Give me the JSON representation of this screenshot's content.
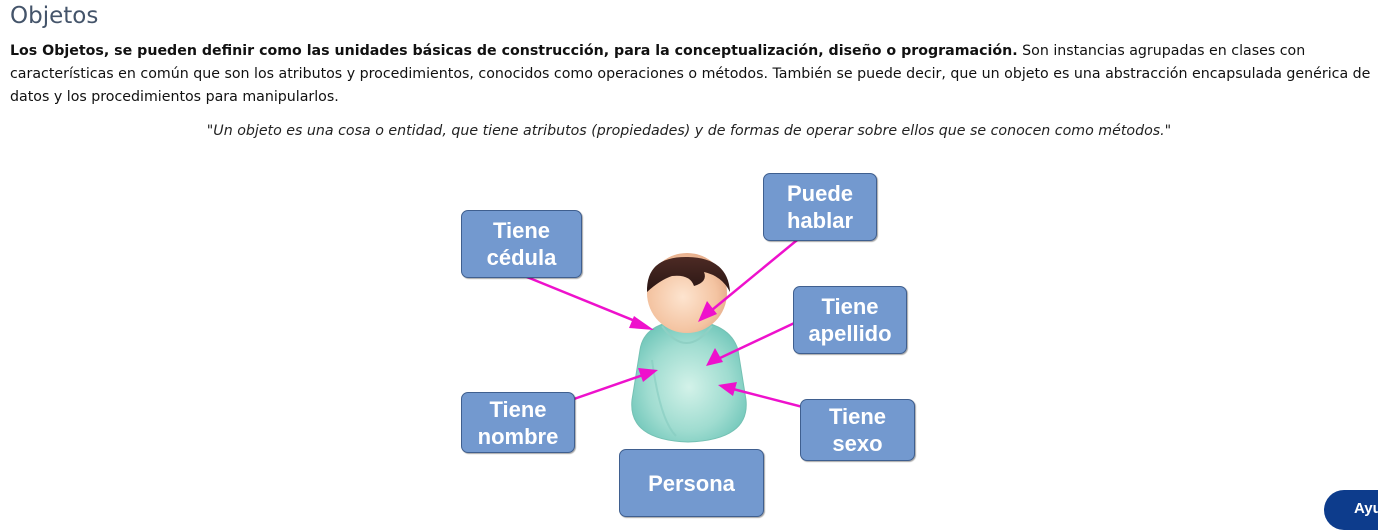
{
  "heading": "Objetos",
  "intro": {
    "bold": "Los Objetos, se pueden definir como las unidades básicas de construcción, para la conceptualización, diseño o programación.",
    "rest": " Son instancias agrupadas en clases con características en común que son los atributos y procedimientos, conocidos como operaciones o métodos. También se puede decir, que un objeto es una abstracción encapsulada genérica de datos y los procedimientos para manipularlos."
  },
  "quote": "\"Un objeto es una cosa o entidad, que tiene atributos (propiedades) y de formas de operar sobre ellos que se conocen como métodos.\"",
  "diagram": {
    "labels": {
      "cedula": [
        "Tiene",
        "cédula"
      ],
      "hablar": [
        "Puede",
        "hablar"
      ],
      "apellido": [
        "Tiene",
        "apellido"
      ],
      "nombre": [
        "Tiene",
        "nombre"
      ],
      "sexo": [
        "Tiene",
        "sexo"
      ],
      "persona": "Persona"
    },
    "box_color": "#7399cf",
    "arrow_color": "#ee11cc",
    "person_icon": "person-icon"
  },
  "help_button": "Ayuda"
}
